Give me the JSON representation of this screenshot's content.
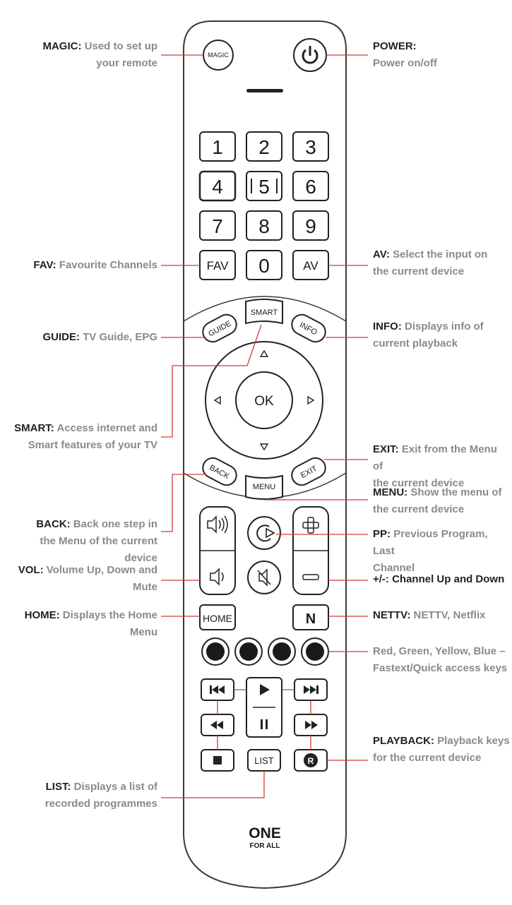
{
  "remote": {
    "keys": {
      "magic": "MAGIC",
      "digits": [
        "1",
        "2",
        "3",
        "4",
        "5",
        "6",
        "7",
        "8",
        "9",
        "0"
      ],
      "fav": "FAV",
      "av": "AV",
      "guide": "GUIDE",
      "smart": "SMART",
      "info": "INFO",
      "ok": "OK",
      "back": "BACK",
      "menu": "MENU",
      "exit": "EXIT",
      "home": "HOME",
      "nettv": "N",
      "list": "LIST",
      "record": "R"
    },
    "brand_top": "ONE",
    "brand_bottom": "FOR ALL",
    "colors": {
      "outline": "#3a3a3a",
      "connector": "#d23a3a",
      "label_key": "#222222",
      "label_desc": "#8a8a8a"
    }
  },
  "annotations": {
    "magic": {
      "key": "MAGIC:",
      "l1": "Used to set up",
      "l2": "your remote"
    },
    "fav": {
      "key": "FAV:",
      "l1": "Favourite Channels",
      "l2": ""
    },
    "guide": {
      "key": "GUIDE:",
      "l1": "TV Guide, EPG",
      "l2": ""
    },
    "smart": {
      "key": "SMART:",
      "l1": "Access internet and",
      "l2": "Smart features of your TV"
    },
    "back": {
      "key": "BACK:",
      "l1": "Back one step in",
      "l2": "the Menu of the current device"
    },
    "vol": {
      "key": "VOL:",
      "l1": "Volume Up, Down and",
      "l2": "Mute"
    },
    "home": {
      "key": "HOME:",
      "l1": "Displays the Home",
      "l2": "Menu"
    },
    "list": {
      "key": "LIST:",
      "l1": "Displays a list of",
      "l2": "recorded programmes"
    },
    "power": {
      "key": "POWER:",
      "l1": "Power on/off",
      "l2": ""
    },
    "av": {
      "key": "AV:",
      "l1": "Select the input on",
      "l2": "the current device"
    },
    "info": {
      "key": "INFO:",
      "l1": "Displays info of",
      "l2": "current playback"
    },
    "exit": {
      "key": "EXIT:",
      "l1": "Exit from the Menu of",
      "l2": "the current device"
    },
    "menu": {
      "key": "MENU:",
      "l1": "Show the menu of",
      "l2": "the current device"
    },
    "pp": {
      "key": "PP:",
      "l1": "Previous Program, Last",
      "l2": "Channel"
    },
    "channel": {
      "key": "+/-:",
      "l1": "Channel Up and Down",
      "l2": ""
    },
    "nettv": {
      "key": "NETTV:",
      "l1": "NETTV, Netflix",
      "l2": ""
    },
    "colorkeys": {
      "key": "",
      "l1": "Red, Green, Yellow, Blue –",
      "l2": "Fastext/Quick access keys"
    },
    "playback": {
      "key": "PLAYBACK:",
      "l1": "Playback keys",
      "l2": "for the current device"
    }
  }
}
